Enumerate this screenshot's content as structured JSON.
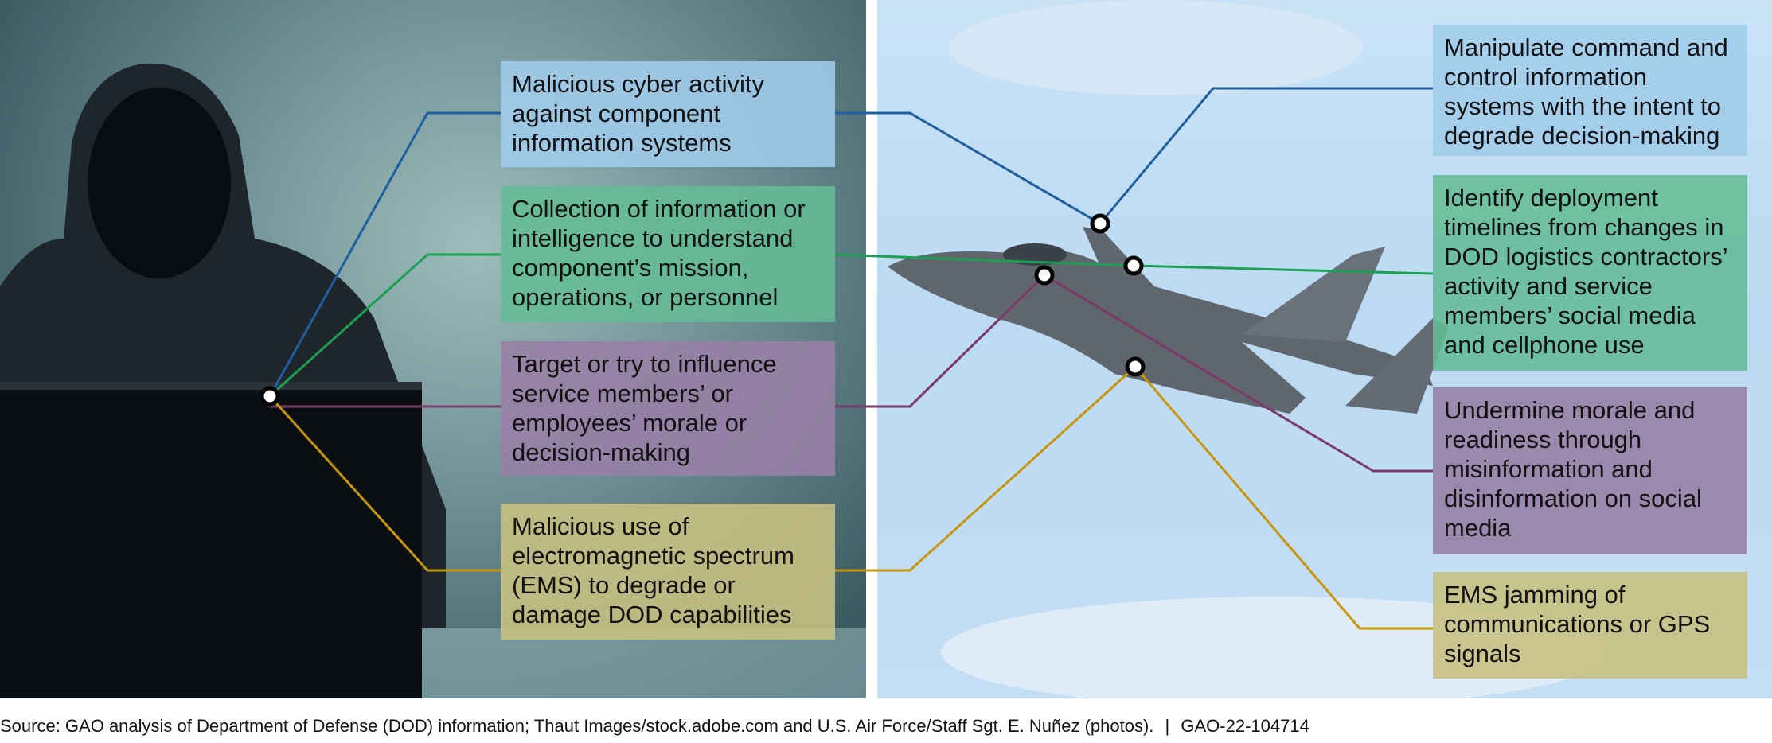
{
  "left_callouts": [
    {
      "text": "Malicious cyber activity against component information systems",
      "color": "#1f5fa0"
    },
    {
      "text": "Collection of information or intelligence to understand component’s mission, operations, or personnel",
      "color": "#1aa050"
    },
    {
      "text": "Target or try to influence service members’ or employees’ morale or decision-making",
      "color": "#7b3a6b"
    },
    {
      "text": "Malicious use of electromagnetic spectrum (EMS) to degrade or damage DOD capabilities",
      "color": "#c8960a"
    }
  ],
  "right_callouts": [
    {
      "text": "Manipulate command and control information systems with the intent to degrade decision-making",
      "color": "#1f5fa0"
    },
    {
      "text": "Identify deployment timelines from changes in DOD logistics contractors’ activity and service members’ social media and cellphone use",
      "color": "#1aa050"
    },
    {
      "text": "Undermine morale and readiness through misinformation and disinformation on social media",
      "color": "#7b3a6b"
    },
    {
      "text": "EMS jamming of communications or GPS signals",
      "color": "#c8960a"
    }
  ],
  "footer": {
    "source": "Source: GAO analysis of Department of Defense (DOD) information; Thaut Images/stock.adobe.com and U.S. Air Force/Staff Sgt. E. Nuñez (photos).",
    "separator": "|",
    "report_id": "GAO-22-104714"
  }
}
